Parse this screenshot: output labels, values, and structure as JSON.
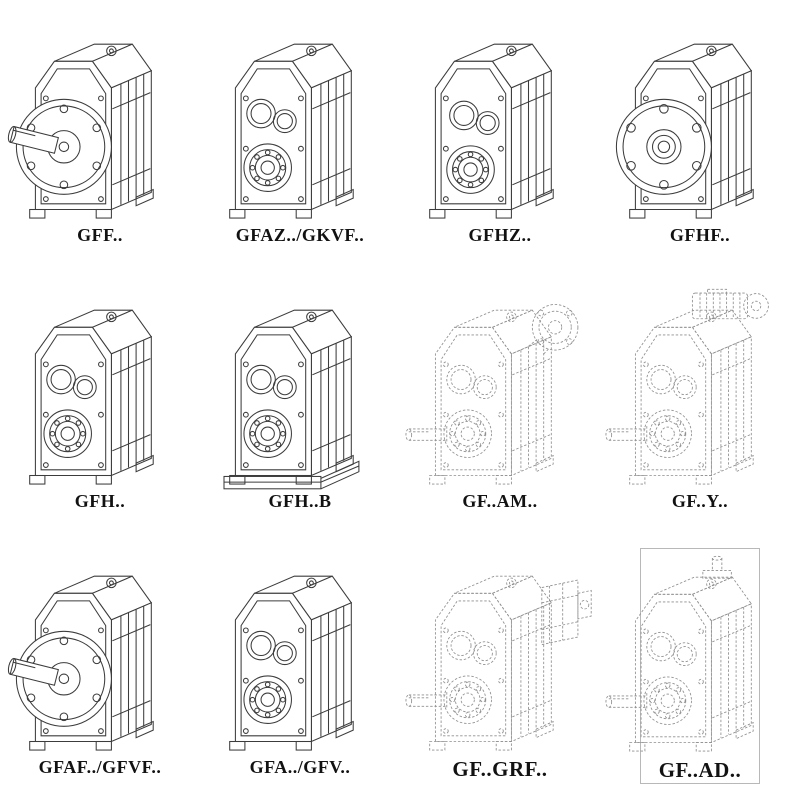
{
  "grid": {
    "items": [
      {
        "label": "GFF..",
        "drawing": "gearbox-flange-output"
      },
      {
        "label": "GFAZ../GKVF..",
        "drawing": "gearbox-hollow-shaft"
      },
      {
        "label": "GFHZ..",
        "drawing": "gearbox-hollow-shaft"
      },
      {
        "label": "GFHF..",
        "drawing": "gearbox-flange-hollow"
      },
      {
        "label": "GFH..",
        "drawing": "gearbox-hollow-shaft"
      },
      {
        "label": "GFH..B",
        "drawing": "gearbox-hollow-shaft-base"
      },
      {
        "label": "GF..AM..",
        "drawing": "gearbox-motor-adapter-ghost"
      },
      {
        "label": "GF..Y..",
        "drawing": "gearbox-with-motor-ghost"
      },
      {
        "label": "GFAF../GFVF..",
        "drawing": "gearbox-flange-output"
      },
      {
        "label": "GFA../GFV..",
        "drawing": "gearbox-hollow-shaft"
      },
      {
        "label": "GF..GRF..",
        "drawing": "gearbox-input-adapter-ghost"
      },
      {
        "label": "GF..AD..",
        "drawing": "gearbox-input-shaft-ghost"
      }
    ],
    "line_colors": {
      "solid": "#3c3c3c",
      "ghost": "#8f8f8f"
    },
    "background": "#ffffff"
  }
}
